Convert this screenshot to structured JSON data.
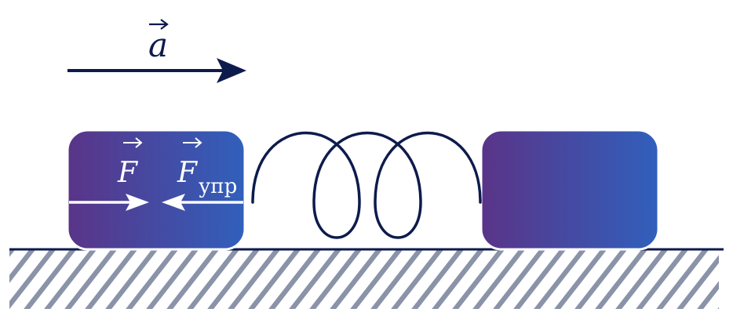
{
  "labels": {
    "acceleration": "a",
    "force": "F",
    "elastic_force": "F",
    "elastic_force_subscript": "упр"
  },
  "colors": {
    "ink": "#0d1b4c",
    "block_start": "#5a3488",
    "block_end": "#3060bc",
    "hatch": "#8a93a8",
    "force_arrow": "#ffffff"
  }
}
